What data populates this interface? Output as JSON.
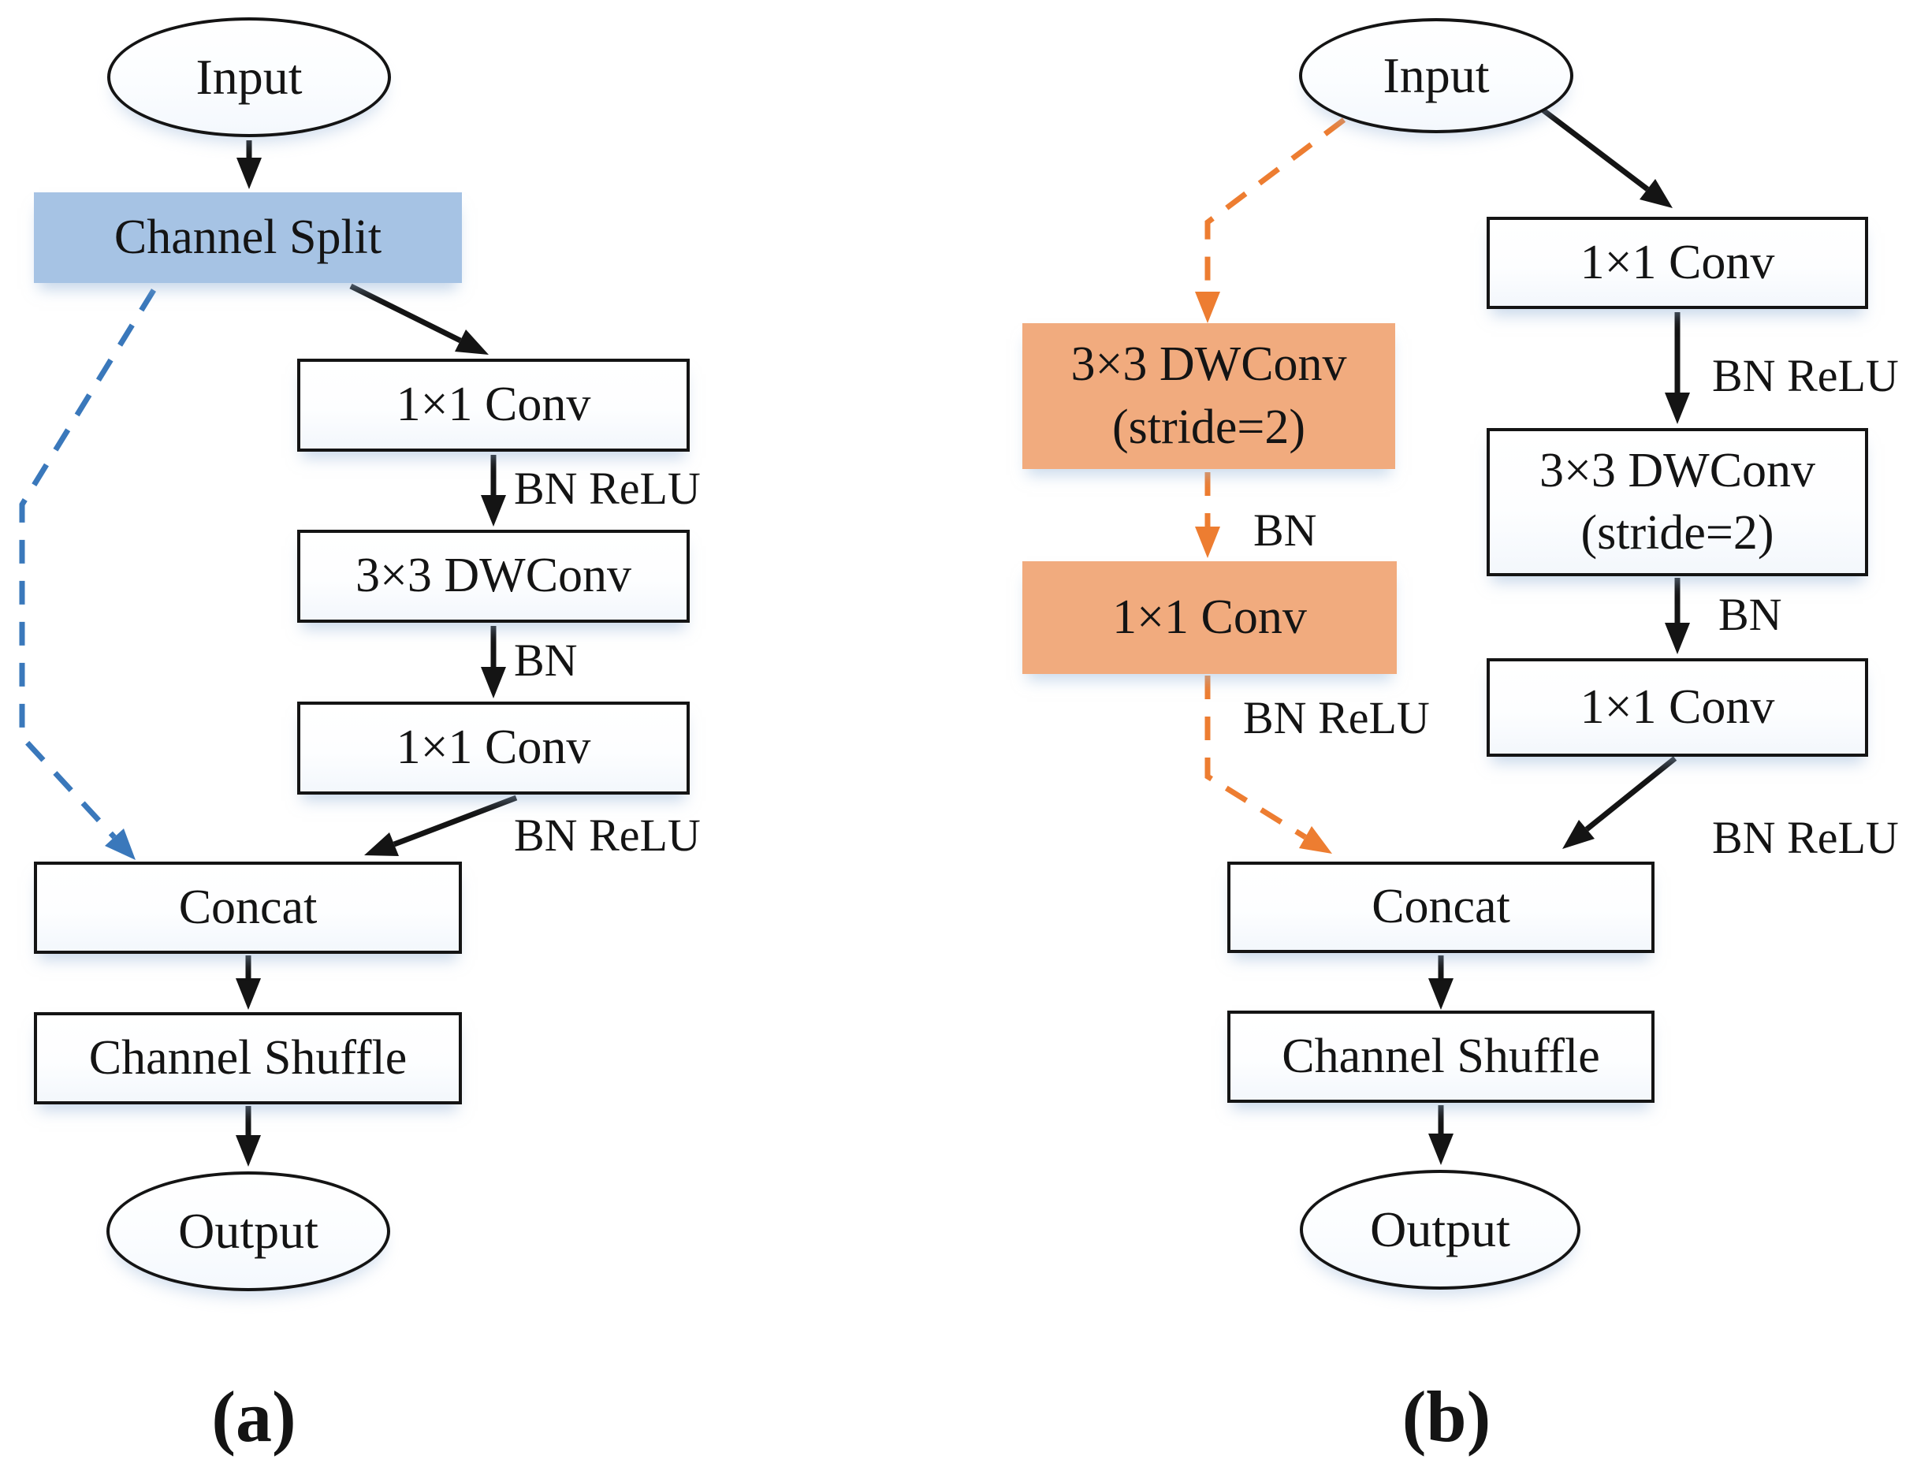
{
  "figure": {
    "caption_a": "(a)",
    "caption_b": "(b)"
  },
  "colors": {
    "black": "#141414",
    "blue_fill": "#A6C3E4",
    "orange_fill": "#F1AB7E",
    "blue_dash": "#3A78BB",
    "orange_dash": "#ED7D31"
  },
  "diagram_a": {
    "input": "Input",
    "channel_split": "Channel Split",
    "conv1": "1×1 Conv",
    "bn_relu_1": "BN ReLU",
    "dwconv": "3×3 DWConv",
    "bn_1": "BN",
    "conv2": "1×1 Conv",
    "bn_relu_2": "BN ReLU",
    "concat": "Concat",
    "channel_shuffle": "Channel Shuffle",
    "output": "Output"
  },
  "diagram_b": {
    "input": "Input",
    "left_dwconv_line1": "3×3 DWConv",
    "left_dwconv_line2": "(stride=2)",
    "left_bn": "BN",
    "left_conv": "1×1 Conv",
    "left_bn_relu": "BN ReLU",
    "right_conv1": "1×1 Conv",
    "right_bn_relu_1": "BN ReLU",
    "right_dwconv_line1": "3×3 DWConv",
    "right_dwconv_line2": "(stride=2)",
    "right_bn": "BN",
    "right_conv2": "1×1 Conv",
    "right_bn_relu_2": "BN ReLU",
    "concat": "Concat",
    "channel_shuffle": "Channel Shuffle",
    "output": "Output"
  }
}
